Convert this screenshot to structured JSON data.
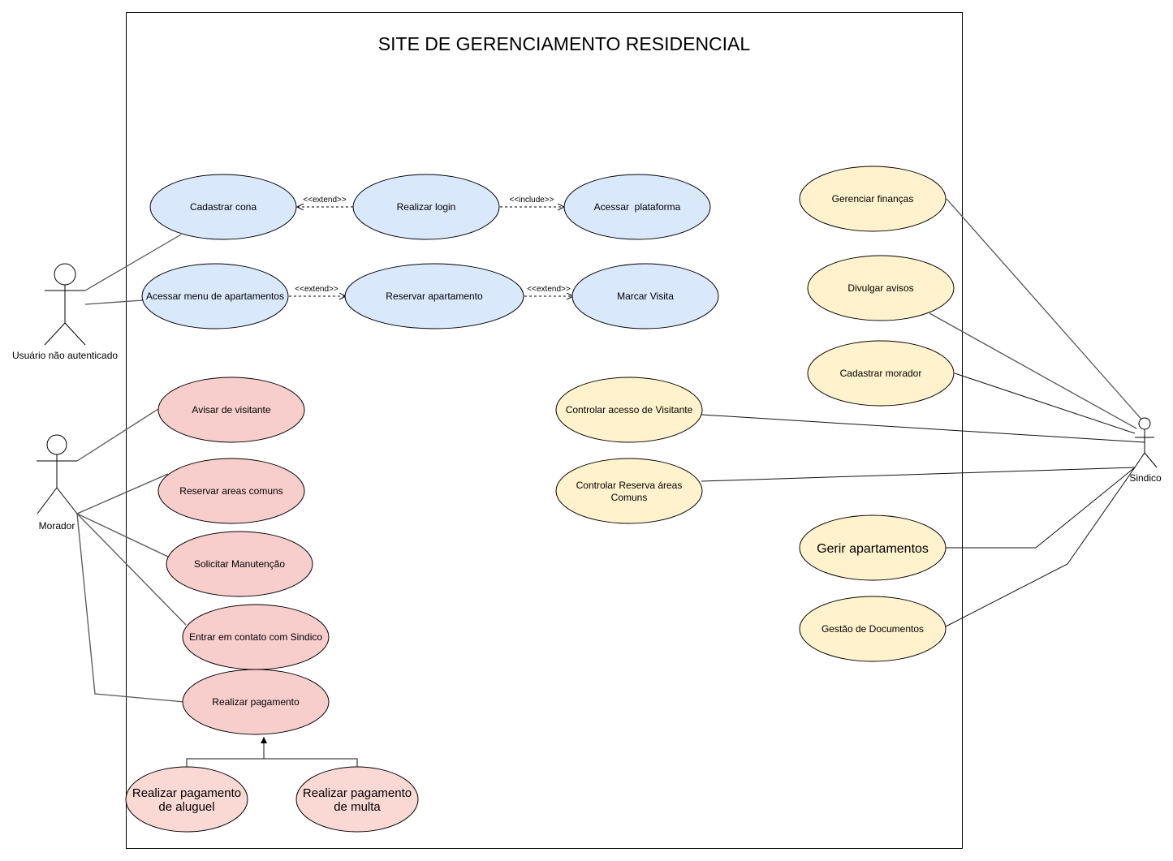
{
  "system": {
    "title": "SITE DE GERENCIAMENTO RESIDENCIAL"
  },
  "actors": {
    "visitor": "Usuário não autenticado",
    "resident": "Morador",
    "manager": "Sindico"
  },
  "use_cases": {
    "cadastrar_conta": "Cadastrar cona",
    "realizar_login": "Realizar login",
    "acessar_plataforma": "Acessar  plataforma",
    "acessar_menu": "Acessar menu de apartamentos",
    "reservar_apartamento": "Reservar apartamento",
    "marcar_visita": "Marcar Visita",
    "avisar_visitante": "Avisar de visitante",
    "reservar_areas": "Reservar areas comuns",
    "solicitar_manutencao": "Solicitar Manutenção",
    "contato_sindico": "Entrar em contato com Sindico",
    "realizar_pagamento": "Realizar pagamento",
    "pagamento_aluguel": [
      "Realizar pagamento",
      "de aluguel"
    ],
    "pagamento_multa": [
      "Realizar pagamento",
      "de multa"
    ],
    "gerenciar_financas": "Gerenciar finanças",
    "divulgar_avisos": "Divulgar avisos",
    "cadastrar_morador": "Cadastrar morador",
    "controlar_acesso": "Controlar acesso de Visitante",
    "controlar_reserva": [
      "Controlar Reserva áreas",
      "Comuns"
    ],
    "gerir_apartamentos": "Gerir apartamentos",
    "gestao_documentos": "Gestão de Documentos"
  },
  "relations": {
    "extend_1": "<<extend>>",
    "include_1": "<<include>>",
    "extend_2": "<<extend>>",
    "extend_3": "<<extend>>"
  },
  "colors": {
    "blue_fill": "#dae8fc",
    "red_fill": "#f8cecc",
    "light_red_fill": "#fad9d5",
    "yellow_fill": "#fff2cc"
  }
}
